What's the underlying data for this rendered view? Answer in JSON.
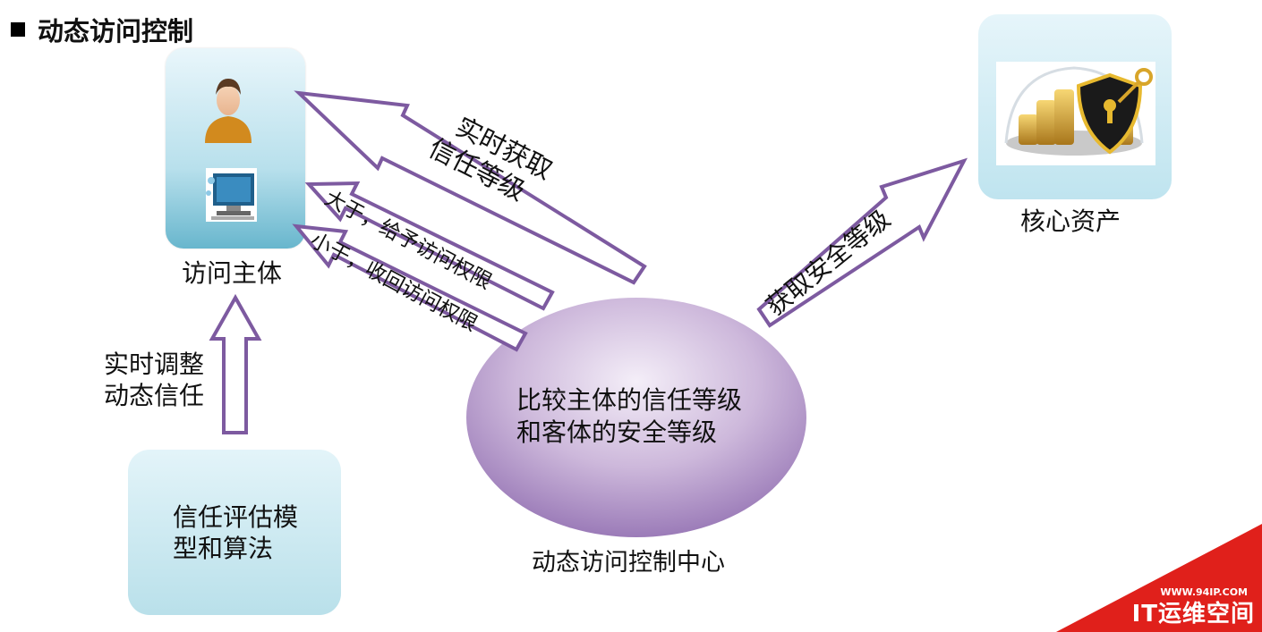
{
  "title": "动态访问控制",
  "subject": {
    "label": "访问主体",
    "icons": [
      "user-icon",
      "computer-icon"
    ]
  },
  "asset": {
    "label": "核心资产",
    "icon": "gold-shield-icon"
  },
  "model": {
    "line1": "信任评估模",
    "line2": "型和算法"
  },
  "adjust_label": {
    "line1": "实时调整",
    "line2": "动态信任"
  },
  "center": {
    "line1": "比较主体的信任等级",
    "line2": "和客体的安全等级",
    "caption": "动态访问控制中心"
  },
  "arrows": {
    "realtime": {
      "line1": "实时获取",
      "line2": "信任等级"
    },
    "greater": "大于，给予访问权限",
    "less": "小于，收回访问权限",
    "security": "获取安全等级"
  },
  "colors": {
    "arrow_stroke": "#7d5aa0",
    "box_fill": "#b8e0ec",
    "ellipse_fill": "#a586c0",
    "watermark": "#e0201b"
  },
  "watermark": {
    "url": "WWW.94IP.COM",
    "name": "IT运维空间"
  }
}
